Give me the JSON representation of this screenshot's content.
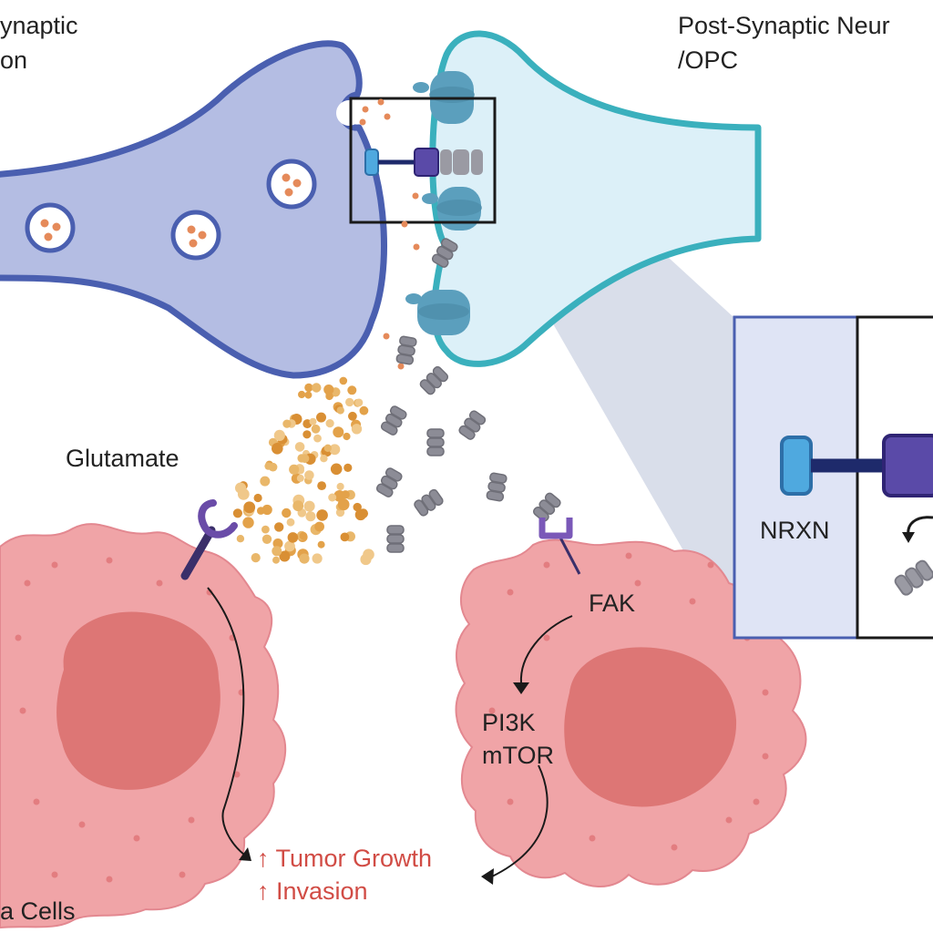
{
  "labels": {
    "pre_line1": "ynaptic",
    "pre_line2": "on",
    "post_line1": "Post-Synaptic Neur",
    "post_line2": "/OPC",
    "glutamate": "Glutamate",
    "fak": "FAK",
    "pi3k": "PI3K",
    "mtor": "mTOR",
    "tumor_growth": "↑ Tumor Growth",
    "invasion": "↑ Invasion",
    "cells": "a Cells",
    "nrxn": "NRXN"
  },
  "colors": {
    "presynaptic_fill": "#b4bde3",
    "presynaptic_stroke": "#4a5fb0",
    "postsynaptic_fill": "#dcf0f8",
    "postsynaptic_stroke": "#3ab0bd",
    "receptor": "#5b9fbd",
    "glioma_fill": "#f0a4a7",
    "glioma_nucleus": "#dd7675",
    "glutamate": "#e3a24a",
    "protein": "#8c8c96",
    "nrxn": "#4fa9df",
    "nlgn": "#5a4aa8",
    "accent_red": "#d14c45"
  }
}
